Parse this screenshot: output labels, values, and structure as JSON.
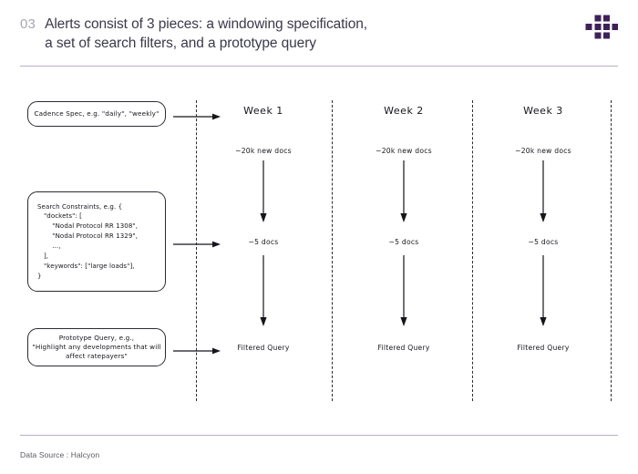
{
  "header": {
    "number": "03",
    "title_line1": "Alerts consist of 3 pieces: a windowing specification,",
    "title_line2": "a set of search filters, and a prototype query",
    "logo_name": "halcyon-logo"
  },
  "footer": {
    "data_source": "Data Source : Halcyon"
  },
  "colors": {
    "logo": "#3f2159",
    "rule": "#b9aecb",
    "title": "#3a3a4a",
    "number": "#a8a8b3",
    "ink": "#15151c"
  },
  "diagram": {
    "pieces": [
      {
        "id": "cadence-spec",
        "label": "Cadence Spec, e.g. \"daily\", \"weekly\""
      },
      {
        "id": "search-constraints",
        "label": "Search Constraints, e.g. {\n   \"dockets\": [\n       \"Nodal Protocol RR 1308\",\n       \"Nodal Protocol RR 1329\",\n       ...,\n   ],\n   \"keywords\": [\"large loads\"],\n}"
      },
      {
        "id": "prototype-query",
        "label": "Prototype Query, e.g.,\n\"Highlight any developments that will\naffect ratepayers\""
      }
    ],
    "columns": [
      {
        "id": "week-1",
        "title": "Week 1",
        "stage1": "~20k new docs",
        "stage2": "~5 docs",
        "stage3": "Filtered Query"
      },
      {
        "id": "week-2",
        "title": "Week 2",
        "stage1": "~20k new docs",
        "stage2": "~5 docs",
        "stage3": "Filtered Query"
      },
      {
        "id": "week-3",
        "title": "Week 3",
        "stage1": "~20k new docs",
        "stage2": "~5 docs",
        "stage3": "Filtered Query"
      }
    ]
  }
}
